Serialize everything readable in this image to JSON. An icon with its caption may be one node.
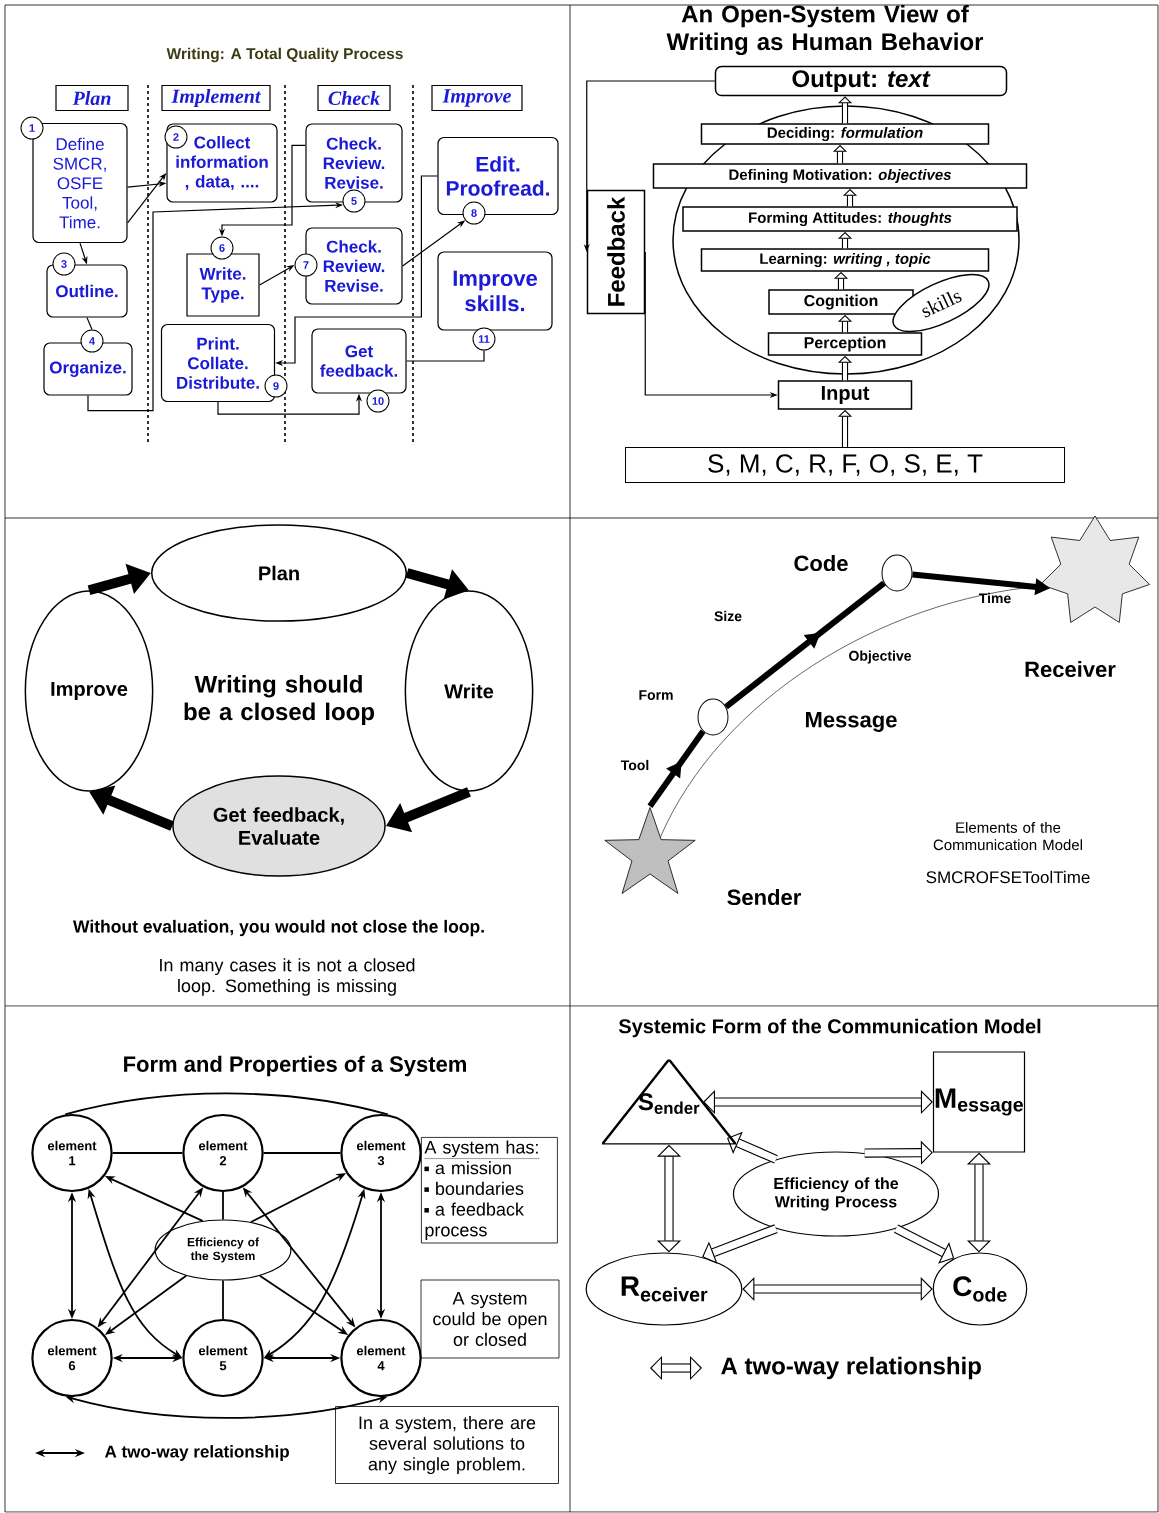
{
  "diagram": {
    "nodes": [
      {
        "text": [
          "Plan"
        ]
      },
      {
        "text": [
          "Implement"
        ]
      },
      {
        "text": [
          "Check"
        ]
      },
      {
        "text": [
          "Improve"
        ]
      },
      {
        "text": [
          "Define SMCR, OSFE Tool, Time."
        ]
      },
      {
        "text": [
          "1"
        ]
      },
      {
        "text": [
          "Collect information , data, ...."
        ]
      },
      {
        "text": [
          "2"
        ],
        "in": 6
      },
      {
        "text": [
          "Check. Review. Revise."
        ]
      },
      {
        "text": [
          "5"
        ]
      },
      {
        "text": [
          "Edit. Proofread."
        ]
      },
      {
        "text": [
          "8"
        ]
      },
      {
        "text": [
          "Write. Type."
        ]
      },
      {
        "text": [
          "6"
        ]
      },
      {
        "text": [
          "Check. Review. Revise."
        ]
      },
      {
        "text": [
          "7"
        ]
      },
      {
        "text": [
          "Outline."
        ]
      },
      {
        "text": [
          "3"
        ]
      },
      {
        "text": [
          "Organize."
        ]
      },
      {
        "text": [
          "4"
        ]
      },
      {
        "text": [
          "Print. Collate. Distribute."
        ]
      },
      {
        "text": [
          "9"
        ]
      },
      {
        "text": [
          "Get feedback."
        ]
      },
      {
        "text": [
          "10"
        ]
      },
      {
        "text": [
          "Improve skills."
        ]
      },
      {
        "text": [
          "11"
        ]
      },
      {
        "text": [
          "Output: *text*"
        ]
      },
      {
        "text": [],
        "shape": "circle"
      },
      {
        "text": [
          "Deciding: *formulation*"
        ],
        "in": 27
      },
      {
        "text": [
          "Defining Motivation: *objectives*"
        ]
      },
      {
        "text": [
          "Forming Attitudes: *thoughts*"
        ],
        "in": 27
      },
      {
        "text": [
          "Learning: *writing , topic*"
        ],
        "in": 27
      },
      {
        "text": [
          "Cognition"
        ],
        "in": 27
      },
      {
        "text": [
          "skills"
        ],
        "in": 27
      },
      {
        "text": [
          "Perception"
        ],
        "in": 27
      },
      {
        "text": [
          "Input"
        ]
      },
      {
        "text": [
          "Feedback"
        ]
      },
      {
        "text": [
          "S, M, C, R, F, O, S, E, T"
        ]
      },
      {
        "text": [
          "Plan"
        ]
      },
      {
        "text": [
          "Write"
        ]
      },
      {
        "text": [
          "Get feedback, Evaluate"
        ]
      },
      {
        "text": [
          "Improve"
        ]
      },
      {
        "text": [],
        "shape": "star",
        "beside": [
          "Sender"
        ]
      },
      {
        "text": [],
        "shape": "circle"
      },
      {
        "text": [],
        "shape": "circle"
      },
      {
        "text": [],
        "shape": "star",
        "beside": [
          "Receiver"
        ]
      },
      {
        "text": [
          "element 1"
        ]
      },
      {
        "text": [
          "element 2"
        ]
      },
      {
        "text": [
          "element 3"
        ]
      },
      {
        "text": [
          "Efficiency of the System"
        ]
      },
      {
        "text": [
          "element 6"
        ]
      },
      {
        "text": [
          "element 5"
        ]
      },
      {
        "text": [
          "element 4"
        ]
      },
      {
        "text": [
          "A system has:",
          "a mission",
          "boundaries",
          "a feedback process"
        ]
      },
      {
        "text": [
          "A system could be open or closed"
        ]
      },
      {
        "text": [
          "In a system, there are several solutions to any single problem."
        ]
      },
      {
        "text": [
          "S$_{ender}$"
        ]
      },
      {
        "text": [
          "M$_{essage}$"
        ]
      },
      {
        "text": [
          "Efficiency of the Writing Process"
        ]
      },
      {
        "text": [
          "R$_{eceiver}$"
        ]
      },
      {
        "text": [
          "C$_{ode}$"
        ]
      }
    ],
    "edges": [
      {
        "from": 4,
        "to": 6,
        "arrow": "to"
      },
      {
        "from": 4,
        "to": 6,
        "arrow": "to"
      },
      {
        "from": 4,
        "to": 16,
        "arrow": "to"
      },
      {
        "from": 16,
        "to": 19,
        "arrow": "none"
      },
      {
        "from": 18,
        "to": 9,
        "arrow": "to"
      },
      {
        "from": 8,
        "to": 13,
        "arrow": "to"
      },
      {
        "from": 12,
        "to": 15,
        "arrow": "to"
      },
      {
        "from": 14,
        "to": 11,
        "arrow": "to"
      },
      {
        "from": 10,
        "to": 20,
        "arrow": "to"
      },
      {
        "from": 20,
        "to": 22,
        "arrow": "to"
      },
      {
        "from": 22,
        "to": 25,
        "arrow": "none"
      },
      {
        "from": 35,
        "to": 34,
        "arrow": "to",
        "style": "thick"
      },
      {
        "from": 34,
        "to": 32,
        "arrow": "to",
        "style": "thick"
      },
      {
        "from": 32,
        "to": 31,
        "arrow": "to",
        "style": "thick"
      },
      {
        "from": 31,
        "to": 30,
        "arrow": "to",
        "style": "thick"
      },
      {
        "from": 30,
        "to": 29,
        "arrow": "to",
        "style": "thick"
      },
      {
        "from": 29,
        "to": 28,
        "arrow": "to",
        "style": "thick"
      },
      {
        "from": 28,
        "to": 26,
        "arrow": "to",
        "style": "thick"
      },
      {
        "from": 37,
        "to": 35,
        "arrow": "to",
        "style": "thick"
      },
      {
        "from": 26,
        "to": 36,
        "arrow": "to"
      },
      {
        "from": 36,
        "to": 35,
        "arrow": "to"
      },
      {
        "from": 41,
        "to": 38,
        "arrow": "to",
        "style": "thick"
      },
      {
        "from": 38,
        "to": 39,
        "arrow": "to",
        "style": "thick"
      },
      {
        "from": 39,
        "to": 40,
        "arrow": "to",
        "style": "thick"
      },
      {
        "from": 40,
        "to": 41,
        "arrow": "to",
        "style": "thick"
      },
      {
        "from": 42,
        "to": 43,
        "arrow": "to",
        "style": "thick"
      },
      {
        "from": 43,
        "to": 44,
        "arrow": "to",
        "style": "thick"
      },
      {
        "from": 44,
        "to": 45,
        "arrow": "to",
        "style": "thick"
      },
      {
        "from": 42,
        "to": 45,
        "arrow": "none"
      },
      {
        "from": 46,
        "to": 47,
        "arrow": "none"
      },
      {
        "from": 47,
        "to": 48,
        "arrow": "none"
      },
      {
        "from": 46,
        "to": 48,
        "arrow": "none"
      },
      {
        "from": 50,
        "to": 52,
        "arrow": "both"
      },
      {
        "from": 46,
        "to": 50,
        "arrow": "both"
      },
      {
        "from": 48,
        "to": 52,
        "arrow": "both"
      },
      {
        "from": 50,
        "to": 51,
        "arrow": "both"
      },
      {
        "from": 51,
        "to": 52,
        "arrow": "both"
      },
      {
        "from": 46,
        "to": 51,
        "arrow": "both"
      },
      {
        "from": 48,
        "to": 51,
        "arrow": "both"
      },
      {
        "from": 49,
        "to": 46,
        "arrow": "to"
      },
      {
        "from": 49,
        "to": 47,
        "arrow": "none"
      },
      {
        "from": 49,
        "to": 48,
        "arrow": "to"
      },
      {
        "from": 49,
        "to": 50,
        "arrow": "to"
      },
      {
        "from": 49,
        "to": 51,
        "arrow": "none"
      },
      {
        "from": 49,
        "to": 52,
        "arrow": "to"
      },
      {
        "from": 47,
        "to": 50,
        "arrow": "both"
      },
      {
        "from": 47,
        "to": 52,
        "arrow": "both"
      },
      {
        "from": 56,
        "to": 57,
        "arrow": "both",
        "style": "thick"
      },
      {
        "from": 56,
        "to": 59,
        "arrow": "both",
        "style": "thick"
      },
      {
        "from": 57,
        "to": 60,
        "arrow": "both",
        "style": "thick"
      },
      {
        "from": 59,
        "to": 60,
        "arrow": "both",
        "style": "thick"
      },
      {
        "from": 58,
        "to": 56,
        "arrow": "to",
        "style": "thick"
      },
      {
        "from": 58,
        "to": 57,
        "arrow": "to",
        "style": "thick"
      },
      {
        "from": 58,
        "to": 59,
        "arrow": "to",
        "style": "thick"
      },
      {
        "from": 58,
        "to": 60,
        "arrow": "to",
        "style": "thick"
      }
    ],
    "labels": [
      "Writing: A Total Quality Process",
      "An Open-System View of Writing as Human Behavior",
      "Writing should be a closed loop",
      "Without evaluation, you would not close the loop.",
      "In many cases it is not a closed loop. Something is missing",
      "Code",
      "Time",
      "Size",
      "Objective",
      "Form",
      "Message",
      "Tool",
      "Elements of the Communication Model",
      "SMCROFSEToolTime",
      "Form and Properties of a System",
      "Systemic Form of the Communication Model"
    ],
    "legend": [
      {
        "text": "A two-way relationship"
      },
      {
        "text": "A two-way relationship"
      }
    ]
  }
}
